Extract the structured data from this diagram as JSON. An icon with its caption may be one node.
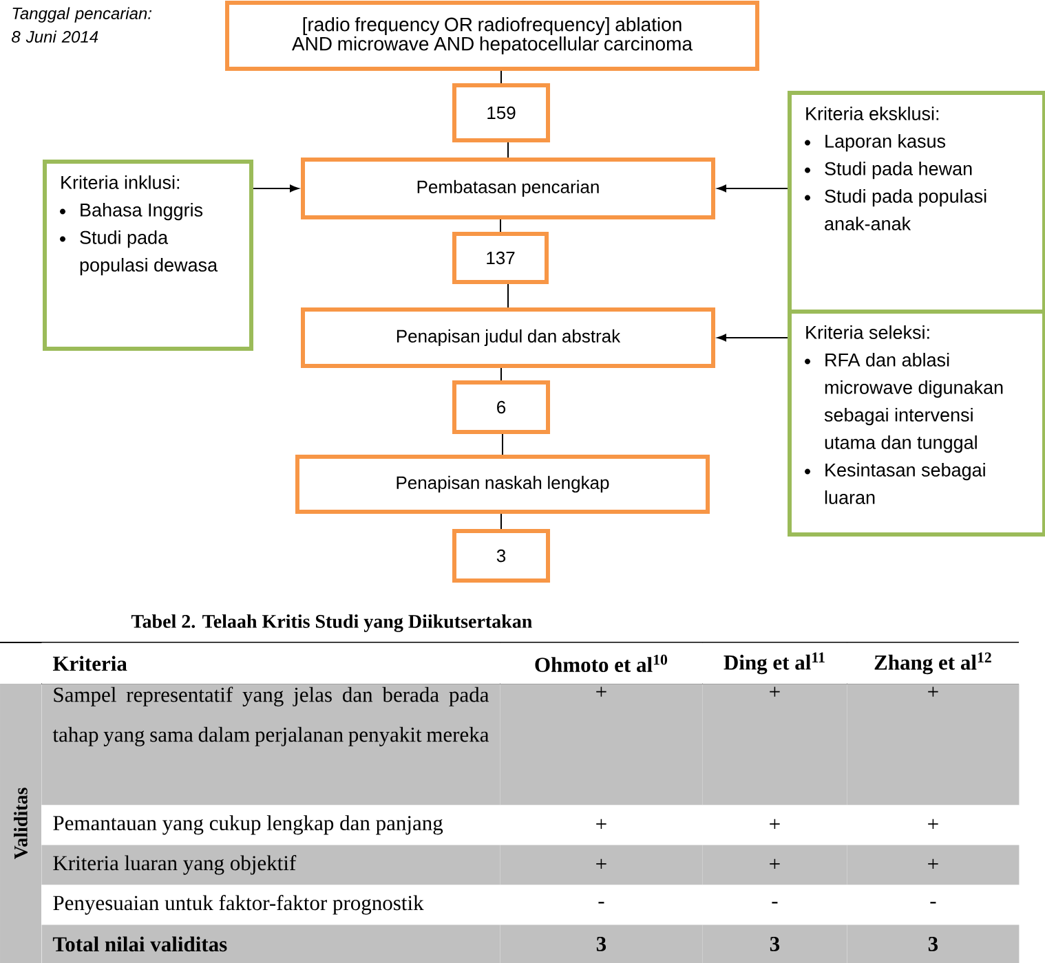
{
  "diagram": {
    "nodes": [
      {
        "text": [
          "[radio frequency OR radiofrequency] ablation AND microwave AND hepatocellular carcinoma"
        ]
      },
      {
        "text": [
          "159"
        ]
      },
      {
        "text": [
          "Pembatasan pencarian"
        ]
      },
      {
        "text": [
          "137"
        ]
      },
      {
        "text": [
          "Penapisan judul dan abstrak"
        ]
      },
      {
        "text": [
          "6"
        ]
      },
      {
        "text": [
          "Penapisan naskah lengkap"
        ]
      },
      {
        "text": [
          "3"
        ]
      },
      {
        "text": [
          "Kriteria inklusi:",
          "Bahasa Inggris",
          "Studi pada populasi dewasa"
        ]
      },
      {
        "text": [
          "Kriteria eksklusi:",
          "Laporan kasus",
          "Studi pada hewan",
          "Studi pada populasi anak-anak"
        ]
      },
      {
        "text": [
          "Kriteria seleksi:",
          "RFA dan ablasi microwave digunakan sebagai intervensi utama dan tunggal",
          "Kesintasan sebagai luaran"
        ]
      }
    ],
    "edges": [
      {
        "from": 0,
        "to": 1,
        "arrow": "none"
      },
      {
        "from": 1,
        "to": 2,
        "arrow": "none"
      },
      {
        "from": 2,
        "to": 3,
        "arrow": "none"
      },
      {
        "from": 3,
        "to": 4,
        "arrow": "none"
      },
      {
        "from": 4,
        "to": 5,
        "arrow": "none"
      },
      {
        "from": 5,
        "to": 6,
        "arrow": "none"
      },
      {
        "from": 6,
        "to": 7,
        "arrow": "none"
      },
      {
        "from": 8,
        "to": 2,
        "arrow": "to"
      },
      {
        "from": 9,
        "to": 2,
        "arrow": "to"
      },
      {
        "from": 10,
        "to": 4,
        "arrow": "to"
      }
    ],
    "labels": [
      "Tanggal pencarian: 8 Juni 2014",
      "Tabel 2. Telaah Kritis Studi yang Diikutsertakan",
      "Kriteria",
      "Ohmoto et al$^{10}$",
      "Ding et al$^{11}$",
      "Zhang et al$^{12}$",
      "Validitas",
      "Sampel representatif yang jelas dan berada pada tahap yang sama dalam perjalanan penyakit mereka",
      "+",
      "+",
      "+",
      "Pemantauan yang cukup lengkap dan panjang",
      "+",
      "+",
      "+",
      "Kriteria luaran yang objektif",
      "+",
      "+",
      "+",
      "Penyesuaian untuk faktor-faktor prognostik",
      "-",
      "-",
      "-",
      "Total nilai validitas",
      "3",
      "3",
      "3"
    ]
  }
}
